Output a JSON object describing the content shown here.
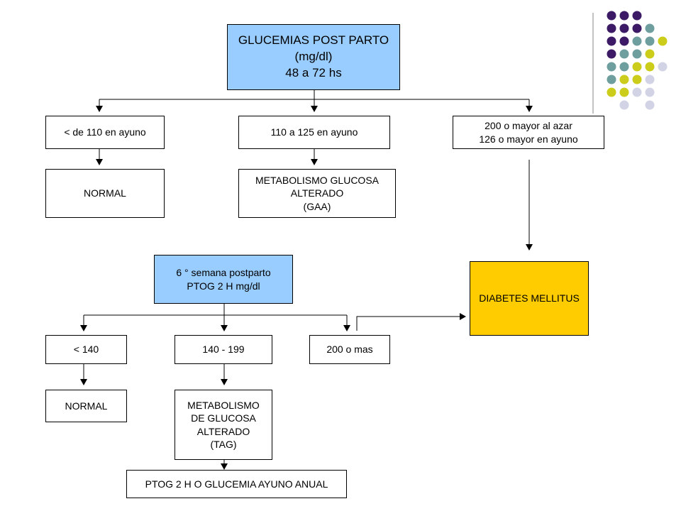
{
  "top": {
    "header": [
      "GLUCEMIAS POST PARTO",
      "(mg/dl)",
      "48 a 72 hs"
    ],
    "branch_left": "< de 110 en ayuno",
    "branch_mid": "110 a 125 en ayuno",
    "branch_right": [
      "200 o mayor al azar",
      "126 o mayor en ayuno"
    ],
    "result_left": "NORMAL",
    "result_mid": [
      "METABOLISMO GLUCOSA",
      "ALTERADO",
      "(GAA)"
    ]
  },
  "diabetes": "DIABETES MELLITUS",
  "bottom": {
    "header": [
      "6 ° semana postparto",
      "PTOG 2 H mg/dl"
    ],
    "branch_left": "< 140",
    "branch_mid": "140 - 199",
    "branch_right": "200 o mas",
    "result_left": "NORMAL",
    "result_mid": [
      "METABOLISMO",
      "DE GLUCOSA",
      "ALTERADO",
      "(TAG)"
    ],
    "followup": "PTOG 2 H O GLUCEMIA AYUNO ANUAL"
  },
  "colors": {
    "header_fill": "#99ccff",
    "diabetes_fill": "#ffcc00",
    "dot_purple": "#3d1a66",
    "dot_teal": "#6e9e9e",
    "dot_yellow": "#cccc1a",
    "dot_lavender": "#d3d3e6"
  },
  "decor_dot_grid": [
    [
      "purple",
      "purple",
      "purple",
      "",
      ""
    ],
    [
      "purple",
      "purple",
      "purple",
      "teal",
      ""
    ],
    [
      "purple",
      "purple",
      "teal",
      "teal",
      "yellow"
    ],
    [
      "purple",
      "teal",
      "teal",
      "yellow",
      ""
    ],
    [
      "teal",
      "teal",
      "yellow",
      "yellow",
      "lavender"
    ],
    [
      "teal",
      "yellow",
      "yellow",
      "lavender",
      ""
    ],
    [
      "yellow",
      "yellow",
      "lavender",
      "lavender",
      ""
    ],
    [
      "",
      "lavender",
      "",
      "lavender",
      ""
    ]
  ]
}
